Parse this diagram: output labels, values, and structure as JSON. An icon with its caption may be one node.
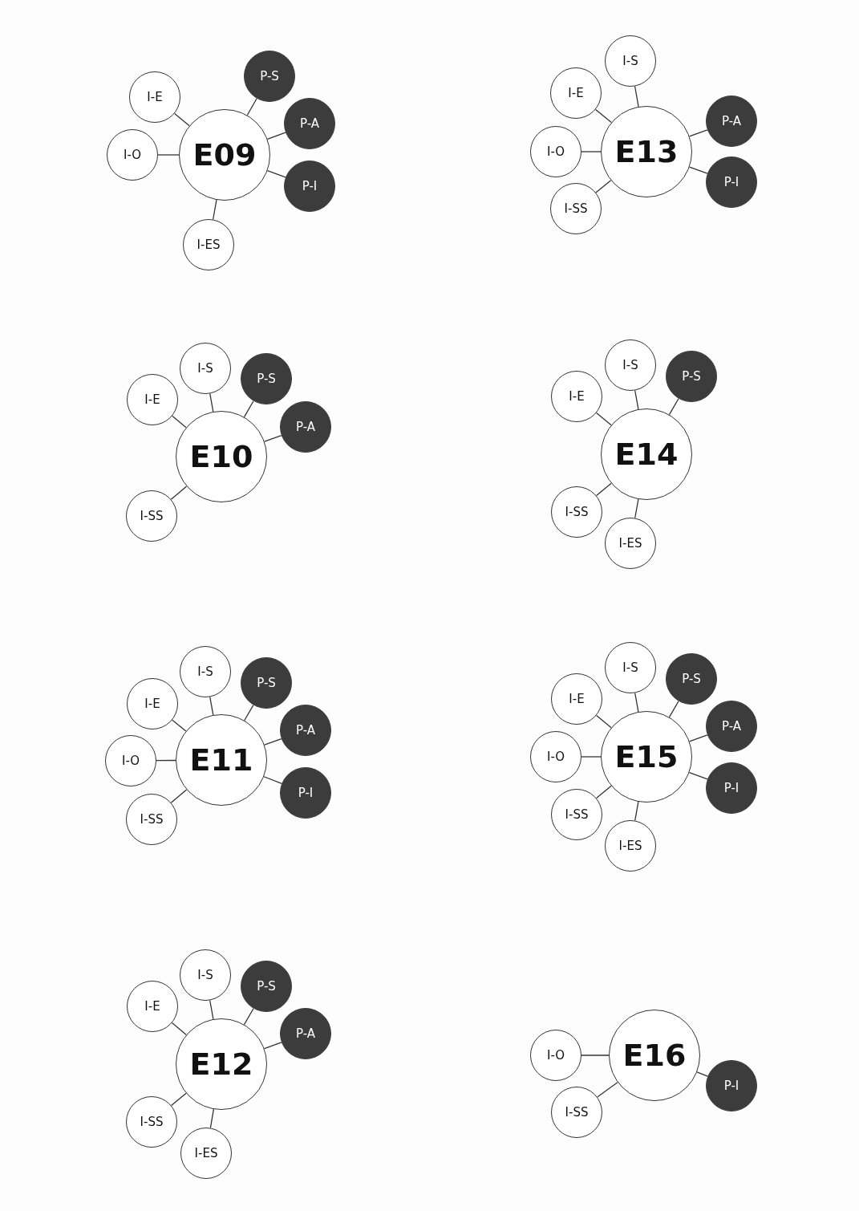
{
  "diagram": {
    "nodes": [
      {
        "text": [
          "E09"
        ]
      },
      {
        "text": [
          "P-S"
        ]
      },
      {
        "text": [
          "I-E"
        ]
      },
      {
        "text": [
          "P-A"
        ]
      },
      {
        "text": [
          "I-O"
        ]
      },
      {
        "text": [
          "P-I"
        ]
      },
      {
        "text": [
          "I-ES"
        ]
      },
      {
        "text": [
          "E13"
        ]
      },
      {
        "text": [
          "I-S"
        ]
      },
      {
        "text": [
          "I-E"
        ]
      },
      {
        "text": [
          "P-A"
        ]
      },
      {
        "text": [
          "I-O"
        ]
      },
      {
        "text": [
          "P-I"
        ]
      },
      {
        "text": [
          "I-SS"
        ]
      },
      {
        "text": [
          "E10"
        ]
      },
      {
        "text": [
          "I-S"
        ]
      },
      {
        "text": [
          "P-S"
        ]
      },
      {
        "text": [
          "I-E"
        ]
      },
      {
        "text": [
          "P-A"
        ]
      },
      {
        "text": [
          "I-SS"
        ]
      },
      {
        "text": [
          "E14"
        ]
      },
      {
        "text": [
          "I-S"
        ]
      },
      {
        "text": [
          "P-S"
        ]
      },
      {
        "text": [
          "I-E"
        ]
      },
      {
        "text": [
          "I-SS"
        ]
      },
      {
        "text": [
          "I-ES"
        ]
      },
      {
        "text": [
          "E11"
        ]
      },
      {
        "text": [
          "I-S"
        ]
      },
      {
        "text": [
          "P-S"
        ]
      },
      {
        "text": [
          "I-E"
        ]
      },
      {
        "text": [
          "P-A"
        ]
      },
      {
        "text": [
          "I-O"
        ]
      },
      {
        "text": [
          "P-I"
        ]
      },
      {
        "text": [
          "I-SS"
        ]
      },
      {
        "text": [
          "E15"
        ]
      },
      {
        "text": [
          "I-S"
        ]
      },
      {
        "text": [
          "P-S"
        ]
      },
      {
        "text": [
          "I-E"
        ]
      },
      {
        "text": [
          "P-A"
        ]
      },
      {
        "text": [
          "I-O"
        ]
      },
      {
        "text": [
          "P-I"
        ]
      },
      {
        "text": [
          "I-SS"
        ]
      },
      {
        "text": [
          "I-ES"
        ]
      },
      {
        "text": [
          "E12"
        ]
      },
      {
        "text": [
          "I-S"
        ]
      },
      {
        "text": [
          "P-S"
        ]
      },
      {
        "text": [
          "I-E"
        ]
      },
      {
        "text": [
          "P-A"
        ]
      },
      {
        "text": [
          "I-SS"
        ]
      },
      {
        "text": [
          "I-ES"
        ]
      },
      {
        "text": [
          "E16"
        ]
      },
      {
        "text": [
          "I-O"
        ]
      },
      {
        "text": [
          "P-I"
        ]
      },
      {
        "text": [
          "I-SS"
        ]
      }
    ],
    "edges": [
      {
        "from": 0,
        "to": 1,
        "arrow": "none"
      },
      {
        "from": 0,
        "to": 2,
        "arrow": "none"
      },
      {
        "from": 0,
        "to": 3,
        "arrow": "none"
      },
      {
        "from": 0,
        "to": 4,
        "arrow": "none"
      },
      {
        "from": 0,
        "to": 5,
        "arrow": "none"
      },
      {
        "from": 0,
        "to": 6,
        "arrow": "none"
      },
      {
        "from": 7,
        "to": 8,
        "arrow": "none"
      },
      {
        "from": 7,
        "to": 9,
        "arrow": "none"
      },
      {
        "from": 7,
        "to": 10,
        "arrow": "none"
      },
      {
        "from": 7,
        "to": 11,
        "arrow": "none"
      },
      {
        "from": 7,
        "to": 12,
        "arrow": "none"
      },
      {
        "from": 7,
        "to": 13,
        "arrow": "none"
      },
      {
        "from": 14,
        "to": 15,
        "arrow": "none"
      },
      {
        "from": 14,
        "to": 16,
        "arrow": "none"
      },
      {
        "from": 14,
        "to": 17,
        "arrow": "none"
      },
      {
        "from": 14,
        "to": 18,
        "arrow": "none"
      },
      {
        "from": 14,
        "to": 19,
        "arrow": "none"
      },
      {
        "from": 20,
        "to": 21,
        "arrow": "none"
      },
      {
        "from": 20,
        "to": 22,
        "arrow": "none"
      },
      {
        "from": 20,
        "to": 23,
        "arrow": "none"
      },
      {
        "from": 20,
        "to": 24,
        "arrow": "none"
      },
      {
        "from": 20,
        "to": 25,
        "arrow": "none"
      },
      {
        "from": 26,
        "to": 27,
        "arrow": "none"
      },
      {
        "from": 26,
        "to": 28,
        "arrow": "none"
      },
      {
        "from": 26,
        "to": 29,
        "arrow": "none"
      },
      {
        "from": 26,
        "to": 30,
        "arrow": "none"
      },
      {
        "from": 26,
        "to": 31,
        "arrow": "none"
      },
      {
        "from": 26,
        "to": 32,
        "arrow": "none"
      },
      {
        "from": 26,
        "to": 33,
        "arrow": "none"
      },
      {
        "from": 34,
        "to": 35,
        "arrow": "none"
      },
      {
        "from": 34,
        "to": 36,
        "arrow": "none"
      },
      {
        "from": 34,
        "to": 37,
        "arrow": "none"
      },
      {
        "from": 34,
        "to": 38,
        "arrow": "none"
      },
      {
        "from": 34,
        "to": 39,
        "arrow": "none"
      },
      {
        "from": 34,
        "to": 40,
        "arrow": "none"
      },
      {
        "from": 34,
        "to": 41,
        "arrow": "none"
      },
      {
        "from": 34,
        "to": 42,
        "arrow": "none"
      },
      {
        "from": 43,
        "to": 44,
        "arrow": "none"
      },
      {
        "from": 43,
        "to": 45,
        "arrow": "none"
      },
      {
        "from": 43,
        "to": 46,
        "arrow": "none"
      },
      {
        "from": 43,
        "to": 47,
        "arrow": "none"
      },
      {
        "from": 43,
        "to": 48,
        "arrow": "none"
      },
      {
        "from": 43,
        "to": 49,
        "arrow": "none"
      },
      {
        "from": 50,
        "to": 51,
        "arrow": "none"
      },
      {
        "from": 50,
        "to": 52,
        "arrow": "none"
      },
      {
        "from": 50,
        "to": 53,
        "arrow": "none"
      }
    ]
  }
}
